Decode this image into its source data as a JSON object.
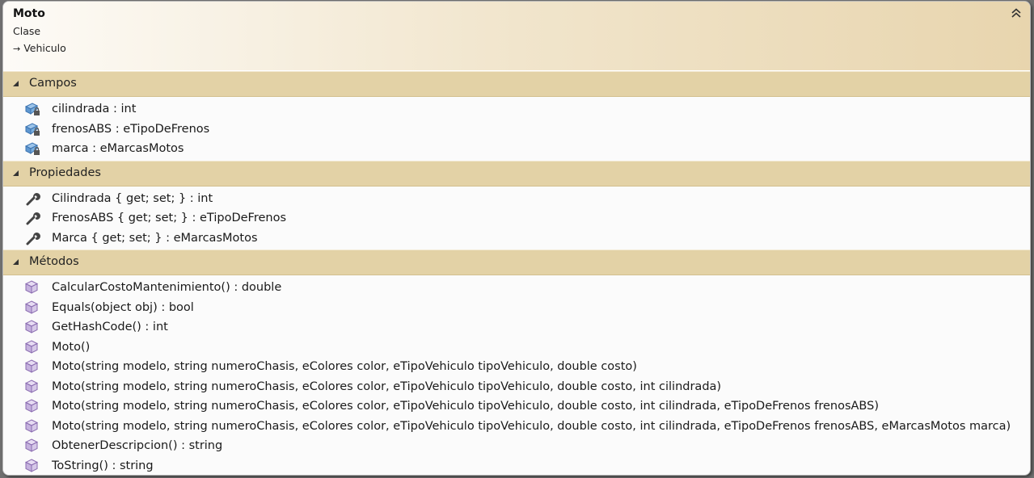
{
  "class_shape": {
    "name": "Moto",
    "kind": "Clase",
    "base_arrow": "→",
    "base_class": "Vehiculo"
  },
  "compartments": {
    "fields": {
      "label": "Campos",
      "items": [
        {
          "text": "cilindrada : int",
          "icon": "private-field-icon"
        },
        {
          "text": "frenosABS : eTipoDeFrenos",
          "icon": "private-field-icon"
        },
        {
          "text": "marca : eMarcasMotos",
          "icon": "private-field-icon"
        }
      ]
    },
    "properties": {
      "label": "Propiedades",
      "items": [
        {
          "text": "Cilindrada { get; set; } : int",
          "icon": "property-wrench-icon"
        },
        {
          "text": "FrenosABS { get; set; } : eTipoDeFrenos",
          "icon": "property-wrench-icon"
        },
        {
          "text": "Marca { get; set; } : eMarcasMotos",
          "icon": "property-wrench-icon"
        }
      ]
    },
    "methods": {
      "label": "Métodos",
      "items": [
        {
          "text": "CalcularCostoMantenimiento() : double",
          "icon": "method-cube-icon"
        },
        {
          "text": "Equals(object obj) : bool",
          "icon": "method-cube-icon"
        },
        {
          "text": "GetHashCode() : int",
          "icon": "method-cube-icon"
        },
        {
          "text": "Moto()",
          "icon": "method-cube-icon"
        },
        {
          "text": "Moto(string modelo, string numeroChasis, eColores color, eTipoVehiculo tipoVehiculo, double costo)",
          "icon": "method-cube-icon"
        },
        {
          "text": "Moto(string modelo, string numeroChasis, eColores color, eTipoVehiculo tipoVehiculo, double costo, int cilindrada)",
          "icon": "method-cube-icon"
        },
        {
          "text": "Moto(string modelo, string numeroChasis, eColores color, eTipoVehiculo tipoVehiculo, double costo, int cilindrada, eTipoDeFrenos frenosABS)",
          "icon": "method-cube-icon"
        },
        {
          "text": "Moto(string modelo, string numeroChasis, eColores color, eTipoVehiculo tipoVehiculo, double costo, int cilindrada, eTipoDeFrenos frenosABS, eMarcasMotos marca)",
          "icon": "method-cube-icon"
        },
        {
          "text": "ObtenerDescripcion() : string",
          "icon": "method-cube-icon"
        },
        {
          "text": "ToString() : string",
          "icon": "method-cube-icon"
        }
      ]
    }
  },
  "colors": {
    "compartment_header": "#e3d2a6",
    "header_gradient_end": "#e8d5ae",
    "background": "#6f6f6f",
    "method_icon": "#9b7fbf",
    "field_icon": "#4a87c5"
  }
}
